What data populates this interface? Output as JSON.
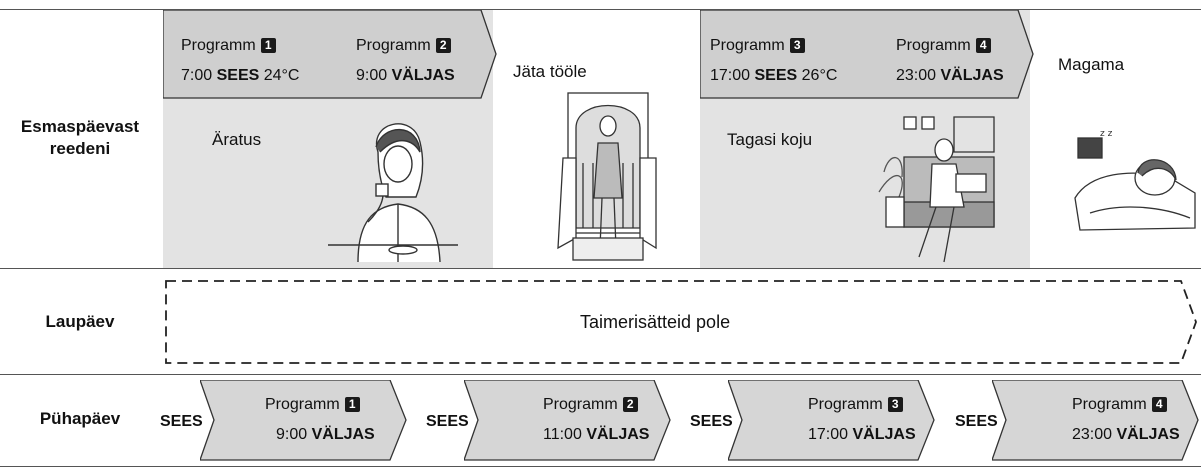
{
  "rows": {
    "weekday": "Esmaspäevast reedeni",
    "weekday_line1": "Esmaspäevast",
    "weekday_line2": "reedeni",
    "saturday": "Laupäev",
    "sunday": "Pühapäev"
  },
  "program_word": "Programm",
  "weekday_programs": [
    {
      "num": "1",
      "time": "7:00",
      "state": "SEES",
      "temp": "24°C"
    },
    {
      "num": "2",
      "time": "9:00",
      "state": "VÄLJAS",
      "temp": ""
    },
    {
      "num": "3",
      "time": "17:00",
      "state": "SEES",
      "temp": "26°C"
    },
    {
      "num": "4",
      "time": "23:00",
      "state": "VÄLJAS",
      "temp": ""
    }
  ],
  "captions": {
    "wake": "Äratus",
    "leave": "Jäta tööle",
    "home": "Tagasi koju",
    "sleep": "Magama"
  },
  "saturday_text": "Taimerisätteid pole",
  "sunday_programs": [
    {
      "prefix": "SEES",
      "num": "1",
      "time": "9:00",
      "state": "VÄLJAS"
    },
    {
      "prefix": "SEES",
      "num": "2",
      "time": "11:00",
      "state": "VÄLJAS"
    },
    {
      "prefix": "SEES",
      "num": "3",
      "time": "17:00",
      "state": "VÄLJAS"
    },
    {
      "prefix": "SEES",
      "num": "4",
      "time": "23:00",
      "state": "VÄLJAS"
    }
  ]
}
